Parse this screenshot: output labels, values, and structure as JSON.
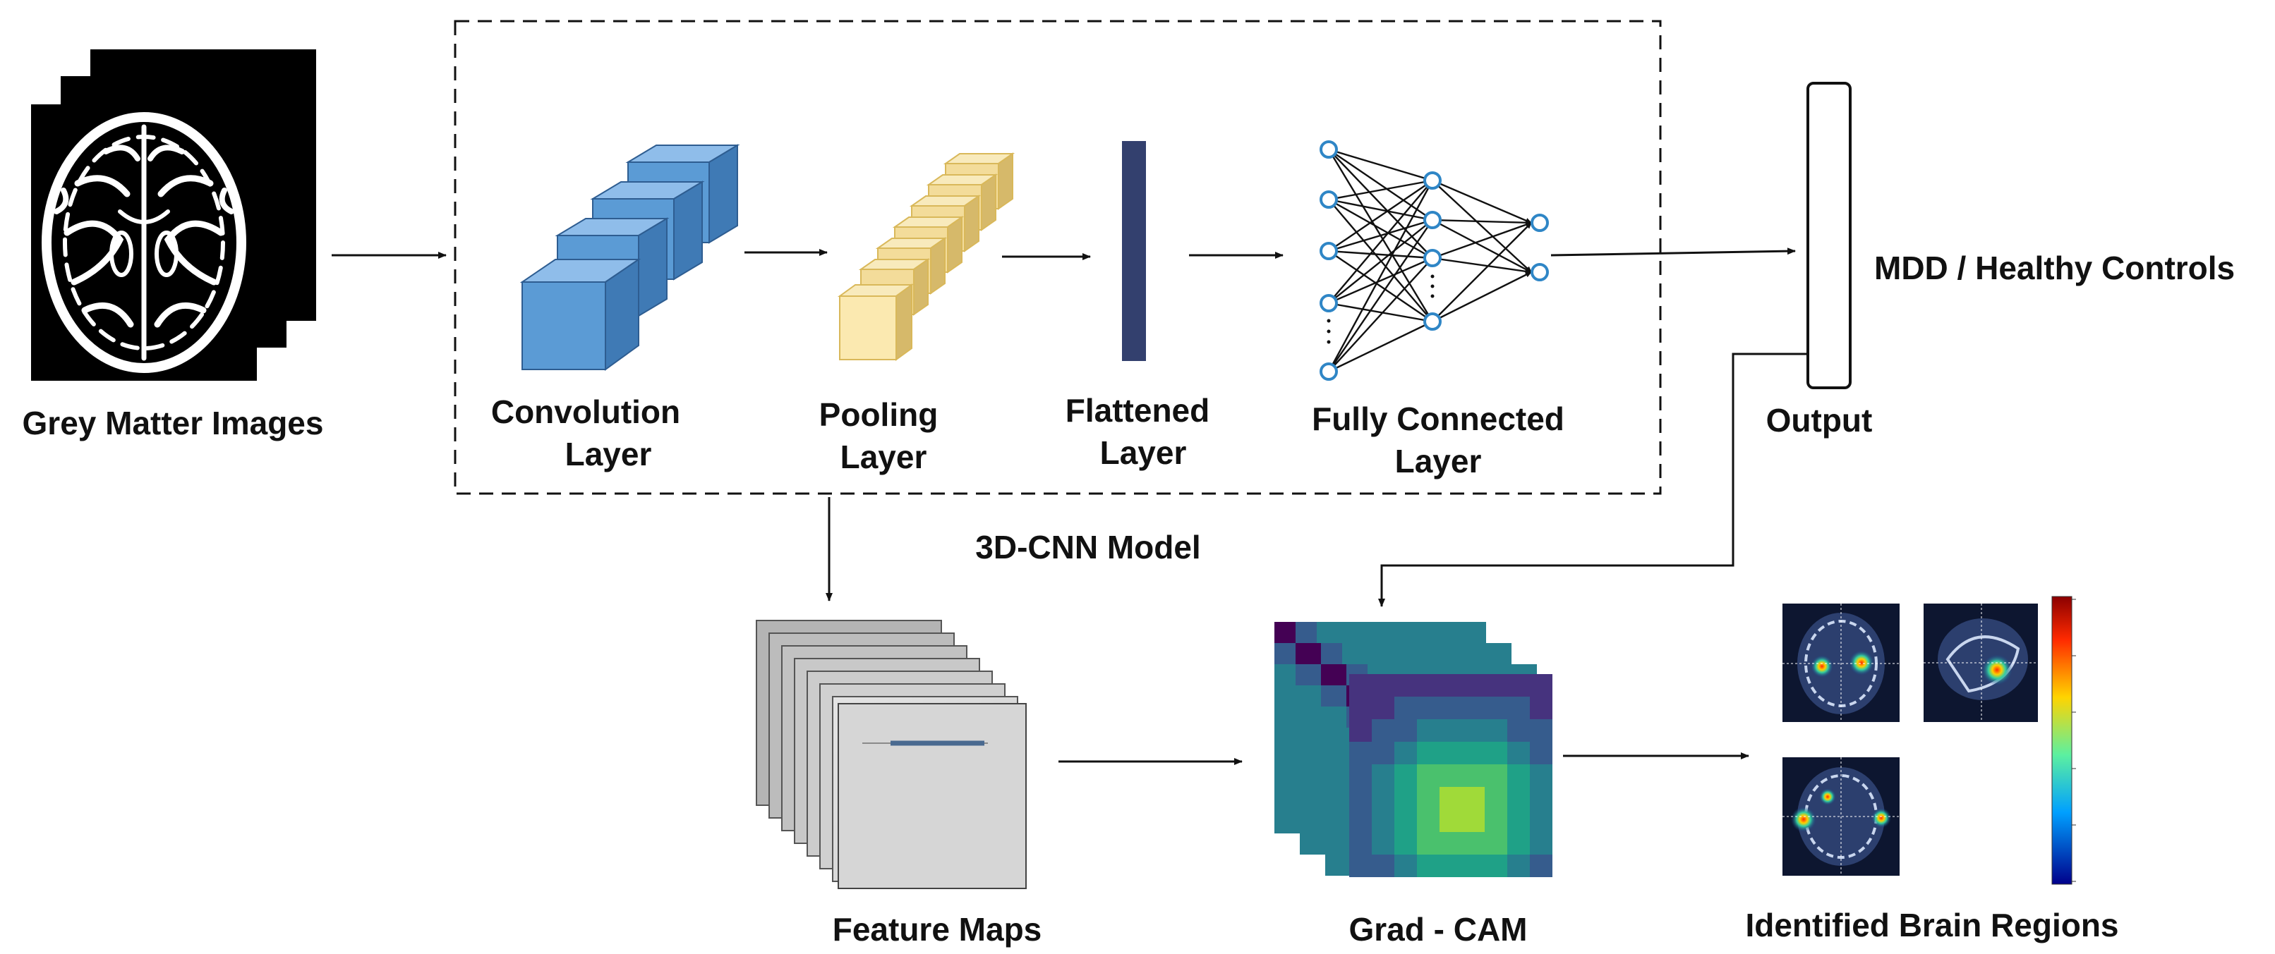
{
  "labels": {
    "grey_matter_images": "Grey Matter Images",
    "convolution_l1": "Convolution",
    "convolution_l2": "Layer",
    "pooling_l1": "Pooling",
    "pooling_l2": "Layer",
    "flattened_l1": "Flattened",
    "flattened_l2": "Layer",
    "fully_connected_l1": "Fully Connected",
    "fully_connected_l2": "Layer",
    "model_name": "3D-CNN Model",
    "output": "Output",
    "classes": "MDD / Healthy Controls",
    "feature_maps": "Feature Maps",
    "grad_cam": "Grad - CAM",
    "identified_regions": "Identified Brain Regions"
  },
  "colors": {
    "conv_cube": "#5b9bd5",
    "pool_cube": "#f3dc9a",
    "flatten_bar": "#33406e",
    "neuron_stroke": "#2f86c6",
    "heat_high": "#fde725",
    "heat_low": "#440154"
  }
}
